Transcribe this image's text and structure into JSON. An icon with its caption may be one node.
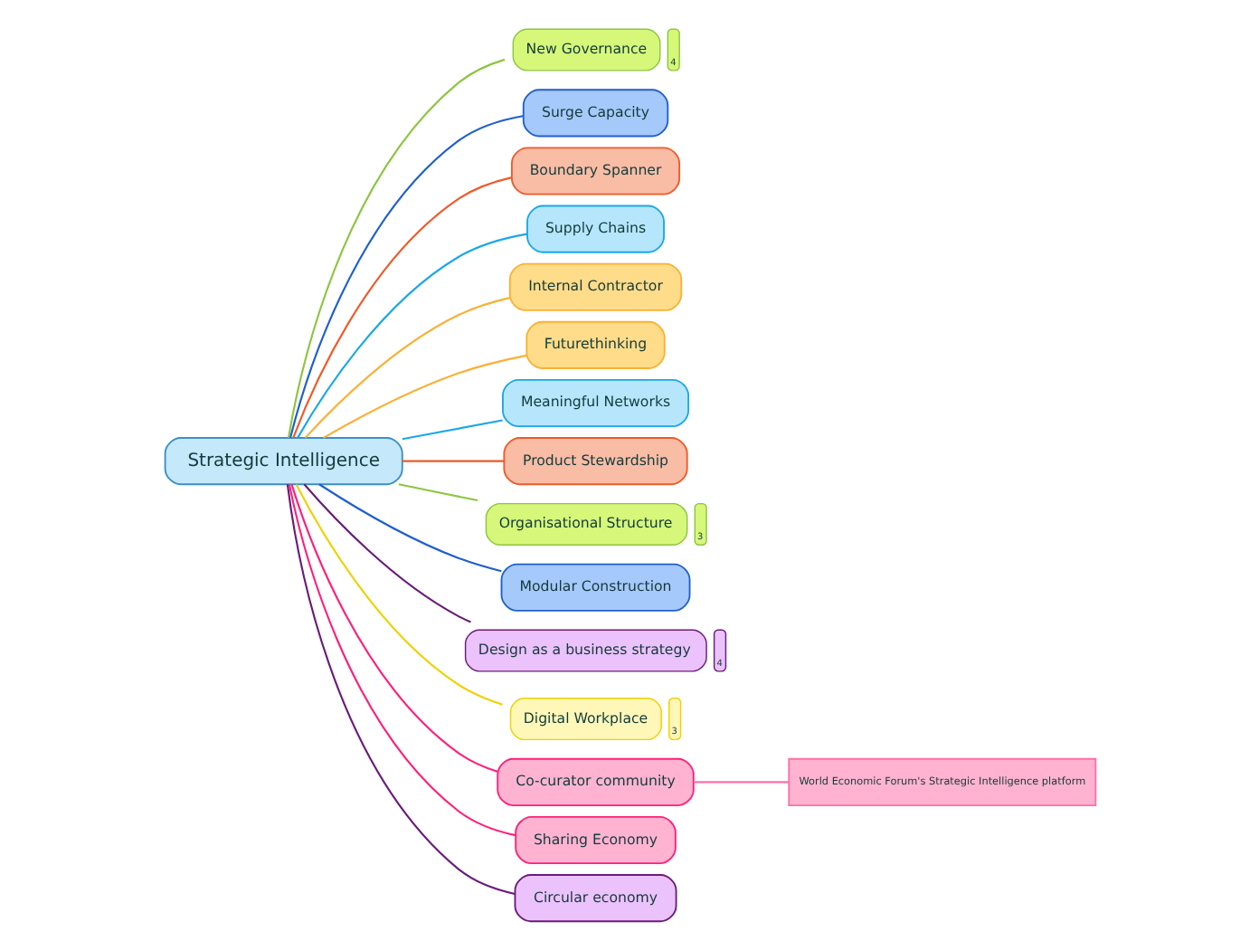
{
  "diagram": {
    "nodes": [
      {
        "text": [
          "Strategic Intelligence"
        ]
      },
      {
        "text": [
          "New Governance"
        ],
        "beside": [
          "4"
        ]
      },
      {
        "text": [
          "Surge Capacity"
        ]
      },
      {
        "text": [
          "Boundary Spanner"
        ]
      },
      {
        "text": [
          "Supply Chains"
        ]
      },
      {
        "text": [
          "Internal Contractor"
        ]
      },
      {
        "text": [
          "Futurethinking"
        ]
      },
      {
        "text": [
          "Meaningful Networks"
        ]
      },
      {
        "text": [
          "Product Stewardship"
        ]
      },
      {
        "text": [
          "Organisational Structure"
        ],
        "beside": [
          "3"
        ]
      },
      {
        "text": [
          "Modular Construction"
        ]
      },
      {
        "text": [
          "Design as a business strategy"
        ],
        "beside": [
          "4"
        ]
      },
      {
        "text": [
          "Digital Workplace"
        ],
        "beside": [
          "3"
        ]
      },
      {
        "text": [
          "Co-curator community"
        ]
      },
      {
        "text": [
          "Sharing Economy"
        ]
      },
      {
        "text": [
          "Circular economy"
        ]
      },
      {
        "text": [
          "World Economic Forum's Strategic Intelligence platform"
        ]
      }
    ],
    "edges": [
      {
        "from": 0,
        "to": 1,
        "arrow": "none",
        "color": "#8cc63f"
      },
      {
        "from": 0,
        "to": 2,
        "arrow": "none",
        "color": "#1f5fcc"
      },
      {
        "from": 0,
        "to": 3,
        "arrow": "none",
        "color": "#f05a28"
      },
      {
        "from": 0,
        "to": 4,
        "arrow": "none",
        "color": "#1aa7e8"
      },
      {
        "from": 0,
        "to": 5,
        "arrow": "none",
        "color": "#fbb034"
      },
      {
        "from": 0,
        "to": 6,
        "arrow": "none",
        "color": "#fbb034"
      },
      {
        "from": 0,
        "to": 7,
        "arrow": "none",
        "color": "#1aa7e8"
      },
      {
        "from": 0,
        "to": 8,
        "arrow": "none",
        "color": "#f05a28"
      },
      {
        "from": 0,
        "to": 9,
        "arrow": "none",
        "color": "#8cc63f"
      },
      {
        "from": 0,
        "to": 10,
        "arrow": "none",
        "color": "#1f5fcc"
      },
      {
        "from": 0,
        "to": 11,
        "arrow": "none",
        "color": "#6a1b7a"
      },
      {
        "from": 0,
        "to": 12,
        "arrow": "none",
        "color": "#f0d000"
      },
      {
        "from": 0,
        "to": 13,
        "arrow": "none",
        "color": "#ff1f7a"
      },
      {
        "from": 0,
        "to": 14,
        "arrow": "none",
        "color": "#ff1f7a"
      },
      {
        "from": 0,
        "to": 15,
        "arrow": "none",
        "color": "#6a1b7a"
      },
      {
        "from": 13,
        "to": 16,
        "arrow": "none",
        "color": "#ff6fa8"
      }
    ]
  }
}
